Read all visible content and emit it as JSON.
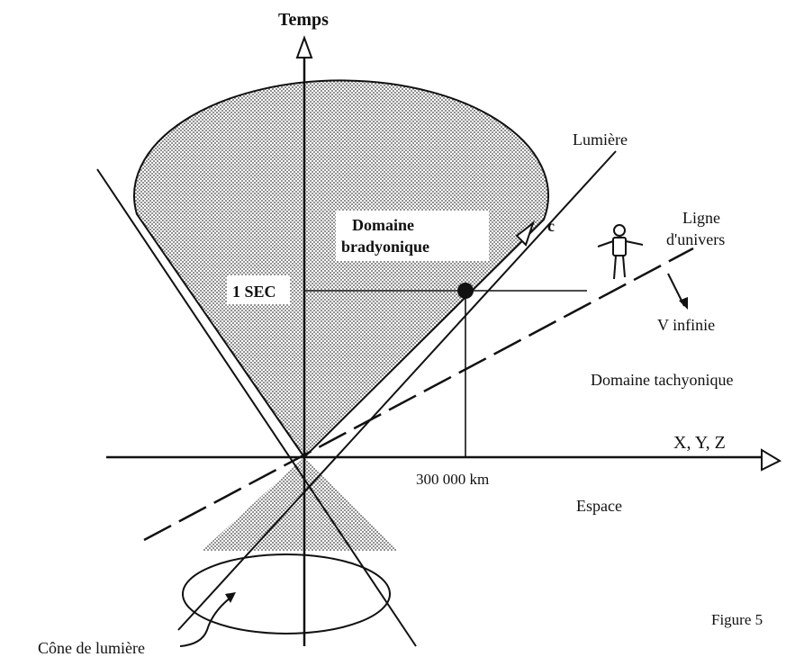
{
  "axes": {
    "time_label": "Temps",
    "space_label": "X, Y, Z",
    "space_region_label": "Espace"
  },
  "cone": {
    "light_label": "Lumière",
    "c_label": "c",
    "bradyonic_line1": "Domaine",
    "bradyonic_line2": "bradyonique",
    "tachyonic_label": "Domaine tachyonique",
    "one_second_label": "1 SEC",
    "distance_label": "300 000 km",
    "light_cone_label": "Cône de lumière"
  },
  "world_line": {
    "line1": "Ligne",
    "line2": "d'univers",
    "infinite_speed_label": "V infinie"
  },
  "figure": {
    "caption": "Figure 5"
  },
  "colors": {
    "ink": "#111111",
    "paper": "#ffffff",
    "stipple": "#555555"
  }
}
